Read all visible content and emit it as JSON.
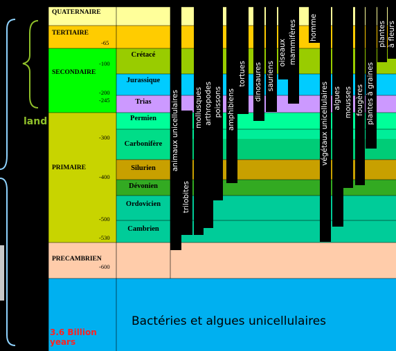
{
  "eras": {
    "quaternaire": "QUATERNAIRE",
    "tertiaire": "TERTIAIRE",
    "secondaire": "SECONDAIRE",
    "primaire": "PRIMAIRE",
    "precambrien": "PRECAMBRIEN"
  },
  "ages": {
    "m65": "-65",
    "m100": "-100",
    "m200": "-200",
    "m245": "-245",
    "m300": "-300",
    "m400": "-400",
    "m500": "-500",
    "m530": "-530",
    "m600": "-600"
  },
  "periods": {
    "cretace": "Crétacé",
    "jurassique": "Jurassique",
    "trias": "Trias",
    "permien": "Permien",
    "carbonifere": "Carbonifère",
    "silurien": "Silurien",
    "devonien": "Dévonien",
    "ordovicien": "Ordovicien",
    "cambrien": "Cambrien"
  },
  "organisms": {
    "animaux": "animaux unicellulaires",
    "trilobites": "trilobites",
    "mollusques": "mollusques",
    "arthropodes": "arthropodes",
    "poissons": "poissons",
    "amphibiens": "amphibiens",
    "tortues": "tortues",
    "dinosaures": "dinosaures",
    "sauriens": "sauriens",
    "oiseaux": "oiseaux",
    "mammiferes": "mammifères",
    "homme": "homme",
    "vegetaux": "végétaux unicellulaires",
    "algues": "algues",
    "mousses": "mousses",
    "fougeres": "fougères",
    "plantes_graines": "plantes à graines",
    "plantes": "plantes",
    "a_fleurs": "à fleurs"
  },
  "bottom_text": "Bactéries et algues unicellulaires",
  "billion": "3.6 Billion years",
  "side_label": "land"
}
